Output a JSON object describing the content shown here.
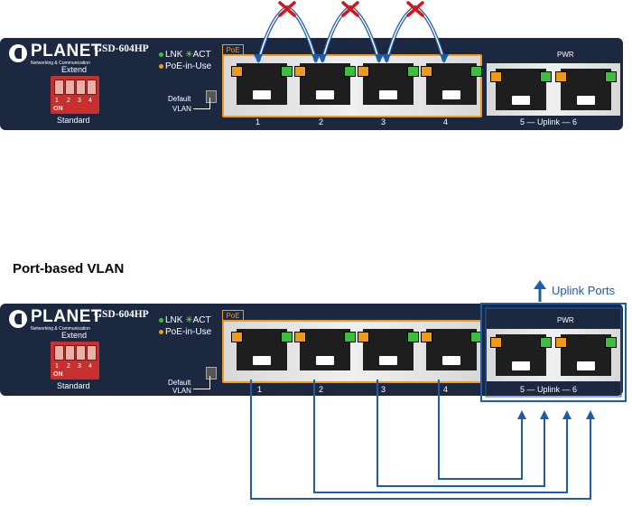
{
  "diagrams": [
    {
      "brand": "PLANET",
      "brand_sub": "Networking & Communication",
      "model": "GSD-604HP",
      "legend_lnk": "LNK",
      "legend_act": "ACT",
      "legend_poe": "PoE-in-Use",
      "extend": "Extend",
      "standard": "Standard",
      "dip_nums": [
        "1",
        "2",
        "3",
        "4"
      ],
      "dip_on": "ON",
      "vlan_default": "Default",
      "vlan_label": "VLAN",
      "poe_tag": "PoE",
      "pwr": "PWR",
      "ports": [
        "1",
        "2",
        "3",
        "4"
      ],
      "uplink_label": "5 — Uplink — 6"
    },
    {
      "brand": "PLANET",
      "brand_sub": "Networking & Communication",
      "model": "GSD-604HP",
      "legend_lnk": "LNK",
      "legend_act": "ACT",
      "legend_poe": "PoE-in-Use",
      "extend": "Extend",
      "standard": "Standard",
      "dip_nums": [
        "1",
        "2",
        "3",
        "4"
      ],
      "dip_on": "ON",
      "vlan_default": "Default",
      "vlan_label": "VLAN",
      "poe_tag": "PoE",
      "pwr": "PWR",
      "ports": [
        "1",
        "2",
        "3",
        "4"
      ],
      "uplink_label": "5 — Uplink — 6"
    }
  ],
  "section_title": "Port-based VLAN",
  "uplink_ports_label": "Uplink Ports",
  "colors": {
    "panel": "#1c2840",
    "poe": "#f09a1a",
    "link_line": "#1f5ca8",
    "blocked_x": "#d4161b"
  },
  "icons": [
    "blocked-x-icon",
    "arrow-up-icon"
  ]
}
